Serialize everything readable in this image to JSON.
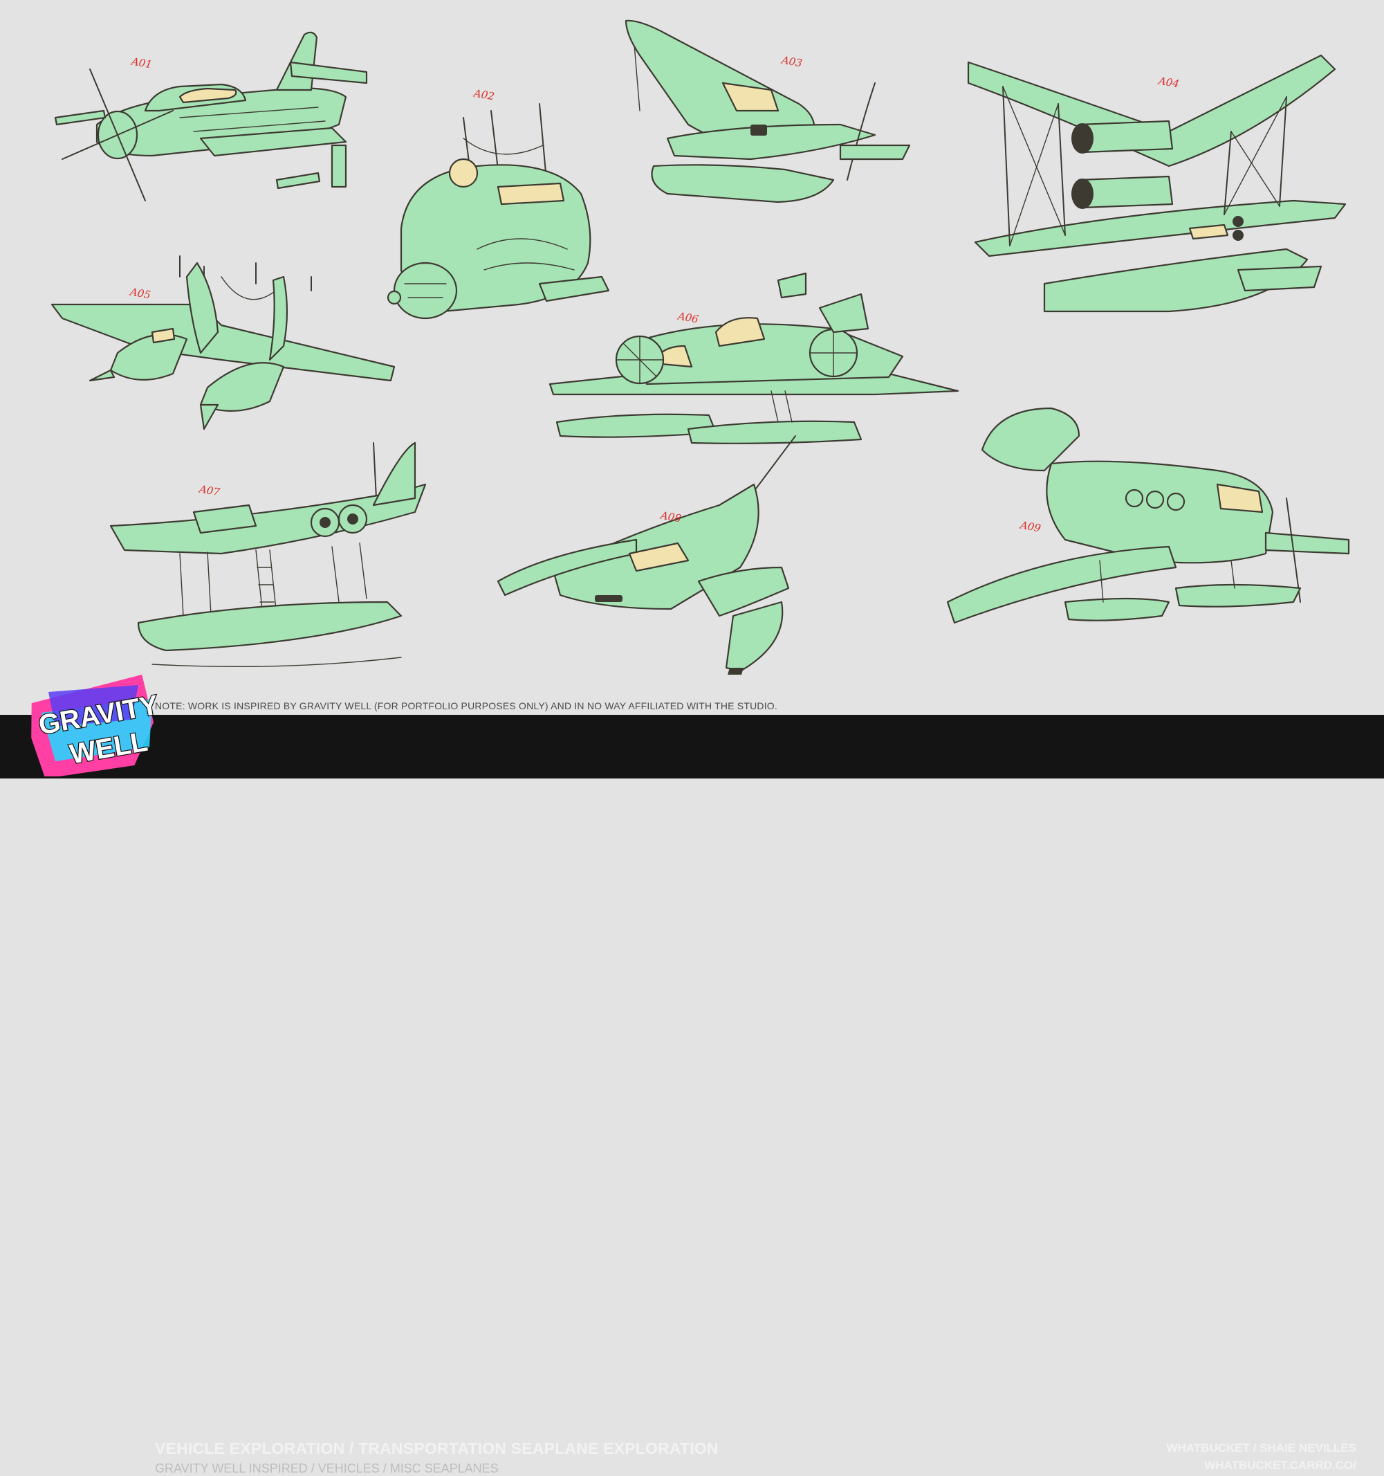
{
  "sketches": [
    {
      "id": "A01",
      "label": "A01"
    },
    {
      "id": "A02",
      "label": "A02"
    },
    {
      "id": "A03",
      "label": "A03"
    },
    {
      "id": "A04",
      "label": "A04"
    },
    {
      "id": "A05",
      "label": "A05"
    },
    {
      "id": "A06",
      "label": "A06"
    },
    {
      "id": "A07",
      "label": "A07"
    },
    {
      "id": "A08",
      "label": "A08"
    },
    {
      "id": "A09",
      "label": "A09"
    }
  ],
  "note": "NOTE: WORK IS INSPIRED BY GRAVITY WELL (FOR PORTFOLIO PURPOSES ONLY) AND IN NO WAY AFFILIATED WITH THE STUDIO.",
  "footer": {
    "title": "VEHICLE EXPLORATION / TRANSPORTATION SEAPLANE EXPLORATION",
    "subtitle": "GRAVITY WELL INSPIRED / VEHICLES / MISC SEAPLANES",
    "author": "WHATBUCKET / SHAIE NEVILLES",
    "site": "WHATBUCKET.CARRD.CO/"
  },
  "logo": {
    "line1": "GRAVITY",
    "line2": "WELL"
  },
  "colors": {
    "background": "#e3e3e3",
    "vehicle_fill": "#a6e3b5",
    "ink": "#3d3a32",
    "glass": "#f2e2ae",
    "label_red": "#d9302a",
    "footer_bar": "#141414",
    "logo_pink": "#ff3fa4",
    "logo_cyan": "#2bd3ff"
  }
}
